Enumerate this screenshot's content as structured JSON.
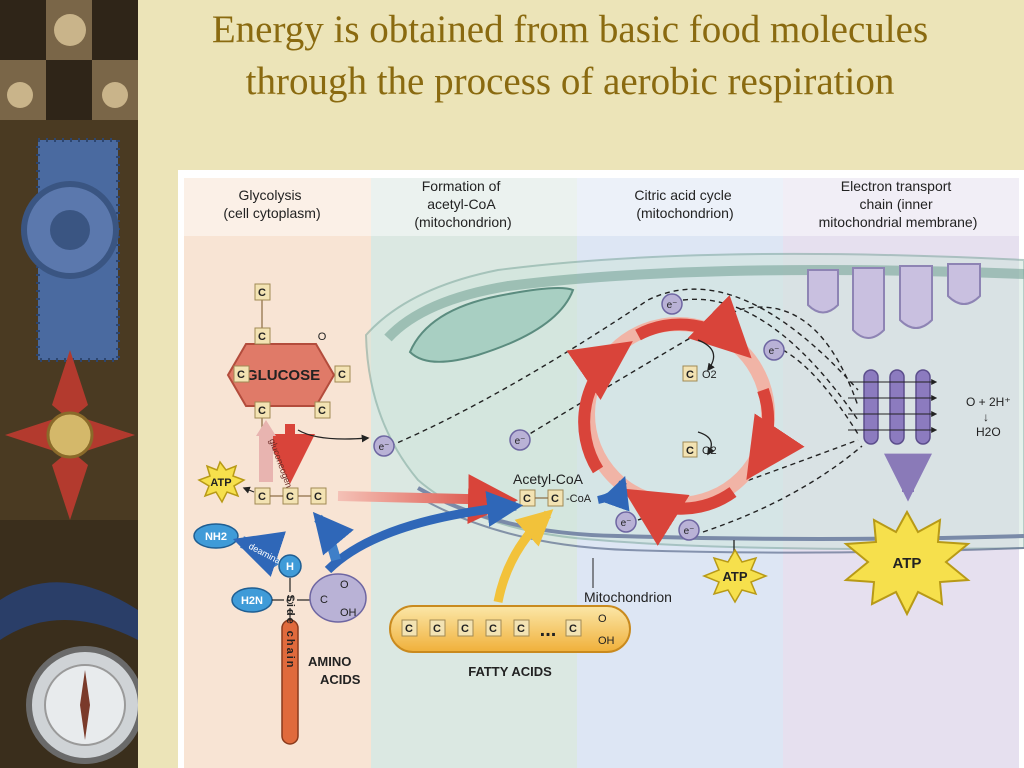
{
  "slide": {
    "title": "Energy is obtained from basic food molecules through the process of aerobic respiration"
  },
  "stages": {
    "glycolysis": [
      "Glycolysis",
      "(cell cytoplasm)"
    ],
    "acetyl": [
      "Formation of",
      "acetyl-CoA",
      "(mitochondrion)"
    ],
    "citric": [
      "Citric acid cycle",
      "(mitochondrion)"
    ],
    "etc": [
      "Electron transport",
      "chain (inner",
      "mitochondrial membrane)"
    ]
  },
  "labels": {
    "carbon": "C",
    "oxygen": "O",
    "glucose": "GLUCOSE",
    "gluconeogenesis": "gluconeogenesis",
    "deamination": "deamination",
    "atp": "ATP",
    "nh2": "NH2",
    "h2n": "H2N",
    "hydrogen": "H",
    "hydroxyl": "OH",
    "electron": "e⁻",
    "acetyl_coa": "Acetyl-CoA",
    "coa_suffix": "-CoA",
    "co2": "O2",
    "mitochondrion": "Mitochondrion",
    "fatty_acids": "FATTY ACIDS",
    "amino_acids": [
      "AMINO",
      "ACIDS"
    ],
    "side_chain": "Side chain",
    "ellipsis": "...",
    "water_top": "O + 2H⁺",
    "water_arrow": "↓",
    "water_bottom": "H2O"
  },
  "colors": {
    "title": "#8a6a10",
    "glycolysis_bg": "#f8e4d4",
    "acetyl_bg": "#dbe8e2",
    "citric_bg": "#dde6f4",
    "etc_bg": "#e6e0ef",
    "glucose": "#e07a68",
    "atp_star": "#f6e04c",
    "electron": "#b9b2d6",
    "fatty_acid": "#f4bd4a",
    "amino_blue": "#3f9bd8"
  }
}
